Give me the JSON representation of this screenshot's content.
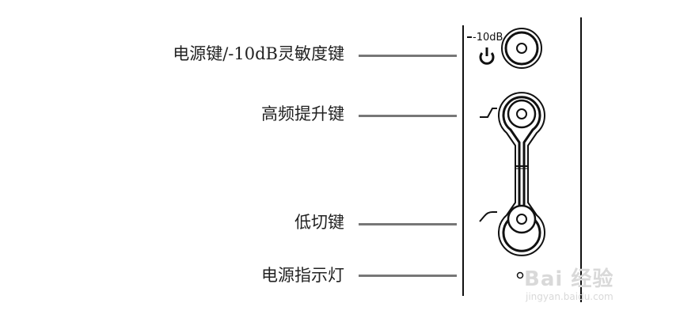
{
  "labels": {
    "power": "电源键/-10dB灵敏度键",
    "treble_boost": "高频提升键",
    "low_cut": "低切键",
    "power_led": "电源指示灯"
  },
  "panel": {
    "pad_label": "-10dB"
  },
  "watermark": {
    "logo": "Bai 经验",
    "url": "jingyan.baidu.com"
  }
}
